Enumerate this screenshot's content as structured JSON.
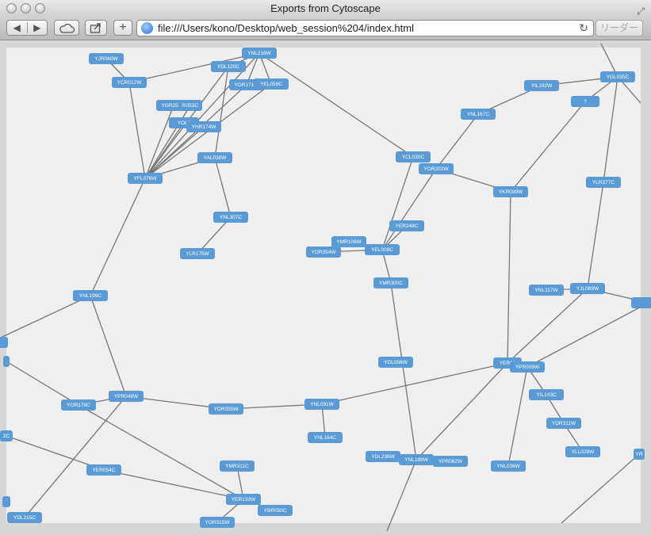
{
  "window": {
    "title": "Exports from Cytoscape"
  },
  "toolbar": {
    "back_icon": "back-arrow-icon",
    "forward_icon": "forward-arrow-icon",
    "cloud_icon": "cloud-icon",
    "share_icon": "share-icon",
    "add_icon": "plus-icon",
    "url": "file:///Users/kono/Desktop/web_session%204/index.html",
    "reader_label": "リーダー"
  },
  "network": {
    "node_color": "#5b9bd5",
    "edge_color": "#777777",
    "background": "#efefef",
    "nodes": [
      {
        "id": "n1",
        "label": "YJR060W"
      },
      {
        "id": "n2",
        "label": "YCR012W"
      },
      {
        "id": "n3",
        "label": "YDL120C"
      },
      {
        "id": "n4",
        "label": "YNL216W"
      },
      {
        "id": "n5",
        "label": "YOR171W"
      },
      {
        "id": "n6",
        "label": "YEL059C"
      },
      {
        "id": "n7",
        "label": "YGR254W"
      },
      {
        "id": "n8",
        "label": "R053C"
      },
      {
        "id": "n9",
        "label": "YOL0"
      },
      {
        "id": "n10",
        "label": "YHR174W"
      },
      {
        "id": "n11",
        "label": "YAL038W"
      },
      {
        "id": "n12",
        "label": "YFL076W"
      },
      {
        "id": "n13",
        "label": "YNL307C"
      },
      {
        "id": "n14",
        "label": "YLR175W"
      },
      {
        "id": "n15",
        "label": "YCL030C"
      },
      {
        "id": "n16",
        "label": "YOR202W"
      },
      {
        "id": "n17",
        "label": "YNL167C"
      },
      {
        "id": "n18",
        "label": "YIL162W"
      },
      {
        "id": "n19",
        "label": "YGL035C"
      },
      {
        "id": "n20",
        "label": "?"
      },
      {
        "id": "n21",
        "label": "YKR099W"
      },
      {
        "id": "n22",
        "label": "YLR377C"
      },
      {
        "id": "n23",
        "label": "YER248C"
      },
      {
        "id": "n24",
        "label": "YMR108W"
      },
      {
        "id": "n25",
        "label": "YOR354W"
      },
      {
        "id": "n26",
        "label": "YEL009C"
      },
      {
        "id": "n27",
        "label": "YMR300C"
      },
      {
        "id": "n28",
        "label": "YNL199C"
      },
      {
        "id": "n29",
        "label": "YNL117W"
      },
      {
        "id": "n30",
        "label": "YJL089W"
      },
      {
        "id": "n31",
        "label": "YDL056W"
      },
      {
        "id": "n32",
        "label": "YER06"
      },
      {
        "id": "n33",
        "label": "YPR009W"
      },
      {
        "id": "n34",
        "label": "YIL143C"
      },
      {
        "id": "n35",
        "label": "YOR178C"
      },
      {
        "id": "n36",
        "label": "YPR048W"
      },
      {
        "id": "n37",
        "label": "YOR355W"
      },
      {
        "id": "n38",
        "label": "YNL091W"
      },
      {
        "id": "n39",
        "label": "YDR311W"
      },
      {
        "id": "n40",
        "label": "YNL164C"
      },
      {
        "id": "n41",
        "label": "YLL028W"
      },
      {
        "id": "n42",
        "label": "YDL236W"
      },
      {
        "id": "n43",
        "label": "YNL189W"
      },
      {
        "id": "n44",
        "label": "YPR062W"
      },
      {
        "id": "n45",
        "label": "YNL036W"
      },
      {
        "id": "n46",
        "label": "YER054C"
      },
      {
        "id": "n47",
        "label": "YMR311C"
      },
      {
        "id": "n48",
        "label": "YER133W"
      },
      {
        "id": "n49",
        "label": "YBR050C"
      },
      {
        "id": "n50",
        "label": "YOR315W"
      },
      {
        "id": "n51",
        "label": "YDL215C"
      },
      {
        "id": "n52",
        "label": "2C"
      },
      {
        "id": "n53",
        "label": ""
      },
      {
        "id": "n54",
        "label": ""
      },
      {
        "id": "n55",
        "label": ""
      },
      {
        "id": "n56",
        "label": "YR"
      },
      {
        "id": "n57",
        "label": ""
      }
    ],
    "edges": [
      [
        "n1",
        "n2"
      ],
      [
        "n2",
        "n4"
      ],
      [
        "n2",
        "n12"
      ],
      [
        "n4",
        "n3"
      ],
      [
        "n4",
        "n5"
      ],
      [
        "n4",
        "n6"
      ],
      [
        "n4",
        "n15"
      ],
      [
        "n4",
        "n12"
      ],
      [
        "n3",
        "n12"
      ],
      [
        "n5",
        "n12"
      ],
      [
        "n6",
        "n12"
      ],
      [
        "n7",
        "n12"
      ],
      [
        "n8",
        "n12"
      ],
      [
        "n9",
        "n12"
      ],
      [
        "n10",
        "n12"
      ],
      [
        "n11",
        "n12"
      ],
      [
        "n11",
        "n13"
      ],
      [
        "n13",
        "n14"
      ],
      [
        "n3",
        "n11"
      ],
      [
        "n12",
        "n28"
      ],
      [
        "n28",
        "n36"
      ],
      [
        "n28",
        "n55"
      ],
      [
        "n15",
        "n26"
      ],
      [
        "n16",
        "n26"
      ],
      [
        "n16",
        "n17"
      ],
      [
        "n17",
        "n18"
      ],
      [
        "n18",
        "n19"
      ],
      [
        "n16",
        "n21"
      ],
      [
        "n21",
        "n20"
      ],
      [
        "n20",
        "n19"
      ],
      [
        "n21",
        "n32"
      ],
      [
        "n19",
        "n22"
      ],
      [
        "n22",
        "n30"
      ],
      [
        "n29",
        "n30"
      ],
      [
        "n30",
        "n32"
      ],
      [
        "n30",
        "n57"
      ],
      [
        "n23",
        "n26"
      ],
      [
        "n24",
        "n26"
      ],
      [
        "n25",
        "n26"
      ],
      [
        "n26",
        "n27"
      ],
      [
        "n27",
        "n43"
      ],
      [
        "n32",
        "n38"
      ],
      [
        "n32",
        "n43"
      ],
      [
        "n33",
        "n34"
      ],
      [
        "n33",
        "n45"
      ],
      [
        "n34",
        "n39"
      ],
      [
        "n39",
        "n41"
      ],
      [
        "n33",
        "n57"
      ],
      [
        "n35",
        "n36"
      ],
      [
        "n36",
        "n37"
      ],
      [
        "n37",
        "n38"
      ],
      [
        "n38",
        "n40"
      ],
      [
        "n35",
        "n53"
      ],
      [
        "n35",
        "n48"
      ],
      [
        "n52",
        "n46"
      ],
      [
        "n46",
        "n48"
      ],
      [
        "n47",
        "n48"
      ],
      [
        "n48",
        "n49"
      ],
      [
        "n48",
        "n50"
      ],
      [
        "n36",
        "n51"
      ],
      [
        "n42",
        "n43"
      ],
      [
        "n43",
        "n44"
      ],
      [
        "n56",
        "n58"
      ],
      [
        "n19",
        "n59"
      ],
      [
        "n19",
        "n60"
      ],
      [
        "n43",
        "n61"
      ]
    ]
  }
}
